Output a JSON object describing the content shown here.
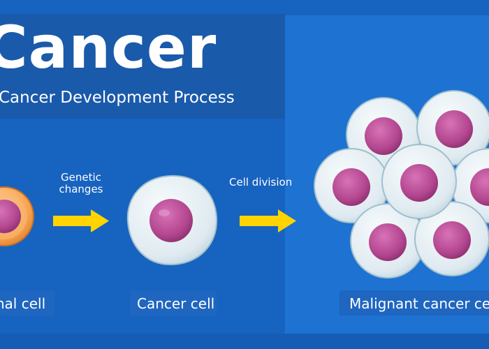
{
  "title": "Cancer",
  "subtitle": "Cancer Development Process",
  "steps": {
    "normal": "Normal cell",
    "cancer": "Cancer cell",
    "malignant": "Malignant cancer cells"
  },
  "arrows": {
    "first_label_line1": "Genetic",
    "first_label_line2": "changes",
    "second_label": "Cell division"
  },
  "colors": {
    "background": "#1763c0",
    "title_panel": "#1a5aaa",
    "arrow": "#ffd400",
    "nucleus": "#b3468f",
    "cell_membrane": "#dfeaf0",
    "normal_cell": "#f39a4a"
  }
}
